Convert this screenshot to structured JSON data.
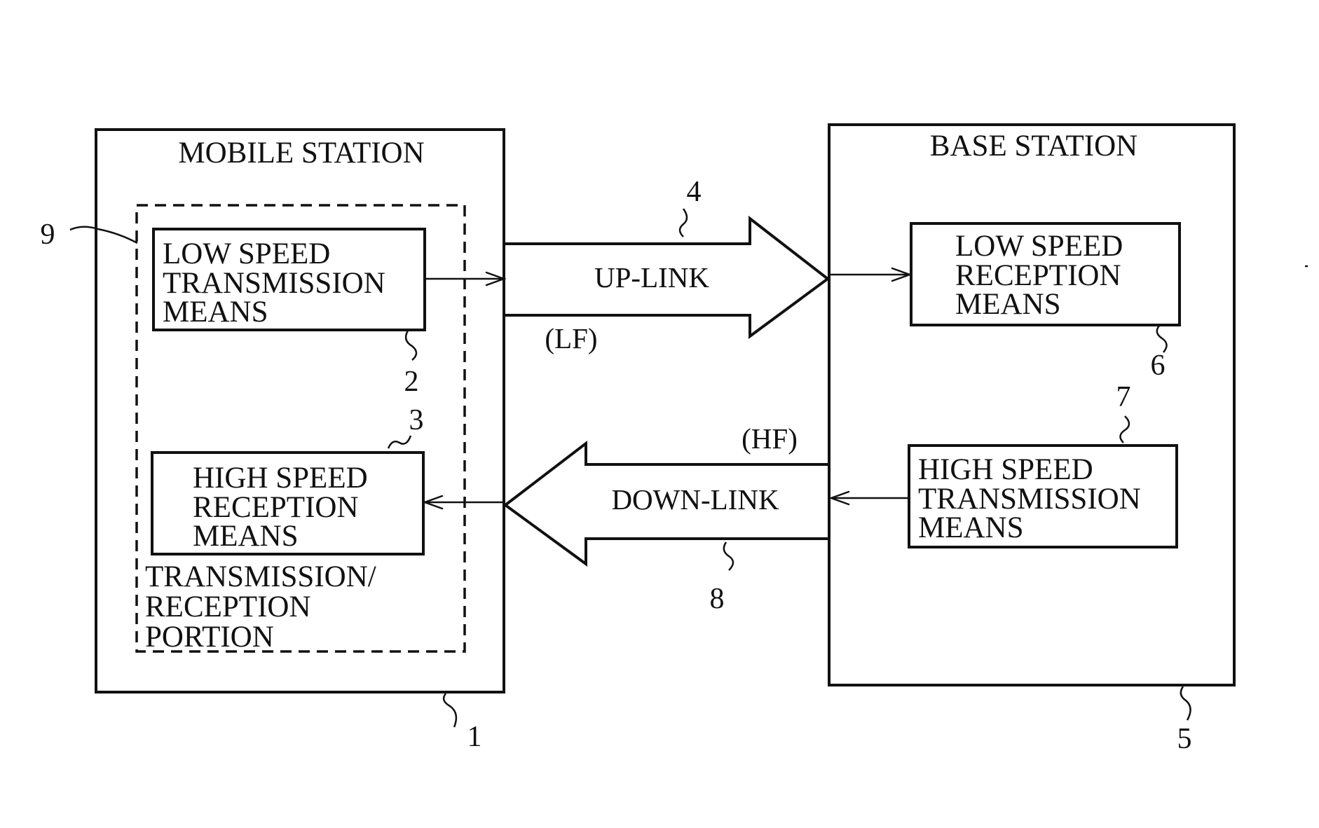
{
  "mobile_station": {
    "title": "MOBILE STATION",
    "ref": "1",
    "portion": {
      "lines": [
        "TRANSMISSION/",
        "RECEPTION",
        "PORTION"
      ],
      "ref": "9"
    },
    "low_speed_tx": {
      "lines": [
        "LOW SPEED",
        "TRANSMISSION",
        "MEANS"
      ],
      "ref": "2"
    },
    "high_speed_rx": {
      "lines": [
        "HIGH SPEED",
        "RECEPTION",
        "MEANS"
      ],
      "ref": "3"
    }
  },
  "base_station": {
    "title": "BASE STATION",
    "ref": "5",
    "low_speed_rx": {
      "lines": [
        "LOW SPEED",
        "RECEPTION",
        "MEANS"
      ],
      "ref": "6"
    },
    "high_speed_tx": {
      "lines": [
        "HIGH SPEED",
        "TRANSMISSION",
        "MEANS"
      ],
      "ref": "7"
    }
  },
  "uplink": {
    "label": "UP-LINK",
    "band": "(LF)",
    "ref": "4"
  },
  "downlink": {
    "label": "DOWN-LINK",
    "band": "(HF)",
    "ref": "8"
  }
}
